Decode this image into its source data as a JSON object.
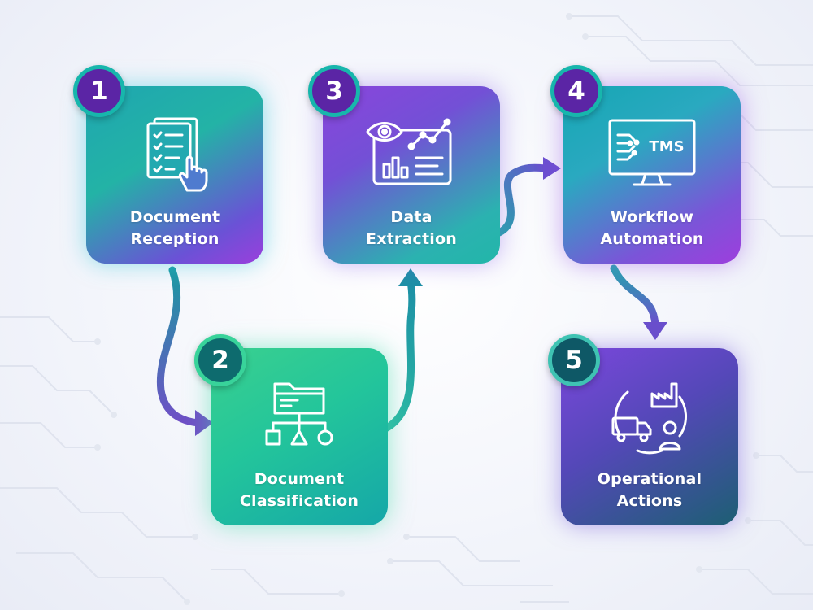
{
  "steps": [
    {
      "number": "1",
      "line1": "Document",
      "line2": "Reception",
      "icon": "checklist-hand-icon"
    },
    {
      "number": "2",
      "line1": "Document",
      "line2": "Classification",
      "icon": "folder-hierarchy-icon"
    },
    {
      "number": "3",
      "line1": "Data",
      "line2": "Extraction",
      "icon": "eye-analytics-icon"
    },
    {
      "number": "4",
      "line1": "Workflow",
      "line2": "Automation",
      "icon": "tms-monitor-icon",
      "monitor_text": "TMS"
    },
    {
      "number": "5",
      "line1": "Operational",
      "line2": "Actions",
      "icon": "truck-factory-person-icon"
    }
  ],
  "colors": {
    "teal": "#1fb3aa",
    "purple": "#8c45dc",
    "green": "#34cf92",
    "badge_purple": "#5b25a5",
    "badge_dark_teal": "#0e6b6e",
    "arrow_teal": "#1c98a2",
    "arrow_purple": "#6f4fc6",
    "circuit_line": "#dfe3ee"
  }
}
